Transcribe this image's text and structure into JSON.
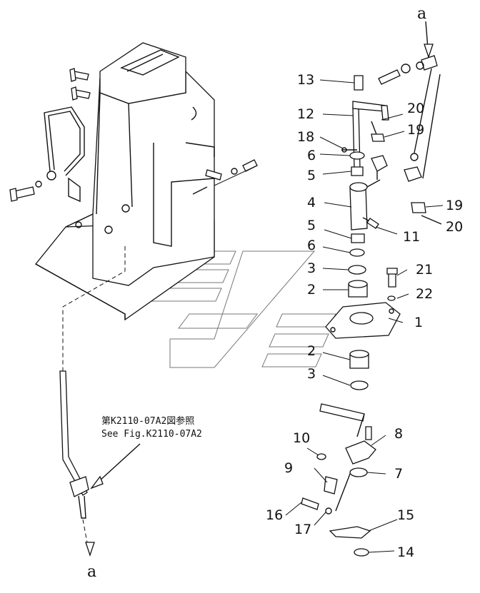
{
  "figure": {
    "ref_top": "a",
    "ref_bottom": "a",
    "note_line1": "第K2110-07A2図参照",
    "note_line2": "See Fig.K2110-07A2"
  },
  "callouts": [
    {
      "id": "c13",
      "text": "13"
    },
    {
      "id": "c12",
      "text": "12"
    },
    {
      "id": "c20a",
      "text": "20"
    },
    {
      "id": "c18",
      "text": "18"
    },
    {
      "id": "c19a",
      "text": "19"
    },
    {
      "id": "c6a",
      "text": "6"
    },
    {
      "id": "c5a",
      "text": "5"
    },
    {
      "id": "c4",
      "text": "4"
    },
    {
      "id": "c19b",
      "text": "19"
    },
    {
      "id": "c20b",
      "text": "20"
    },
    {
      "id": "c5b",
      "text": "5"
    },
    {
      "id": "c11",
      "text": "11"
    },
    {
      "id": "c6b",
      "text": "6"
    },
    {
      "id": "c3a",
      "text": "3"
    },
    {
      "id": "c21",
      "text": "21"
    },
    {
      "id": "c2a",
      "text": "2"
    },
    {
      "id": "c22",
      "text": "22"
    },
    {
      "id": "c1",
      "text": "1"
    },
    {
      "id": "c2b",
      "text": "2"
    },
    {
      "id": "c3b",
      "text": "3"
    },
    {
      "id": "c10",
      "text": "10"
    },
    {
      "id": "c8",
      "text": "8"
    },
    {
      "id": "c9",
      "text": "9"
    },
    {
      "id": "c7",
      "text": "7"
    },
    {
      "id": "c16",
      "text": "16"
    },
    {
      "id": "c15",
      "text": "15"
    },
    {
      "id": "c17",
      "text": "17"
    },
    {
      "id": "c14",
      "text": "14"
    }
  ]
}
